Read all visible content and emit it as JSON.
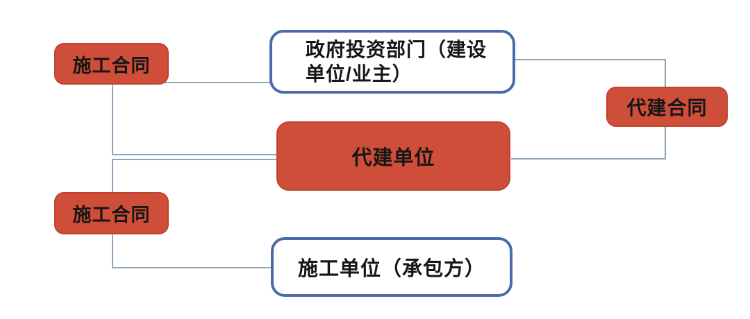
{
  "diagram": {
    "title": "",
    "colors": {
      "background": "#ffffff",
      "red_fill": "#CF4E3A",
      "red_border": "#C0422F",
      "white_fill": "#ffffff",
      "blue_border": "#4A6BA8",
      "connector": "#8FA4BA",
      "text": "#161616"
    },
    "nodes": {
      "construction_contract_top": {
        "label": "施工合同",
        "style": "red"
      },
      "government": {
        "label": "政府投资部门（建设单位/业主）",
        "line1": "政府投资部门（建设",
        "line2": "单位/业主）",
        "style": "white"
      },
      "agent_contract": {
        "label": "代建合同",
        "style": "red"
      },
      "agent_unit": {
        "label": "代建单位",
        "style": "red"
      },
      "construction_contract_bottom": {
        "label": "施工合同",
        "style": "red"
      },
      "contractor": {
        "label": "施工单位（承包方）",
        "style": "white"
      }
    },
    "edges": [
      {
        "from": "construction_contract_top",
        "to": "government"
      },
      {
        "from": "construction_contract_top",
        "to": "agent_unit"
      },
      {
        "from": "agent_unit",
        "to": "construction_contract_bottom"
      },
      {
        "from": "construction_contract_bottom",
        "to": "contractor"
      },
      {
        "from": "government",
        "to": "agent_contract"
      },
      {
        "from": "agent_contract",
        "to": "agent_unit"
      }
    ]
  }
}
